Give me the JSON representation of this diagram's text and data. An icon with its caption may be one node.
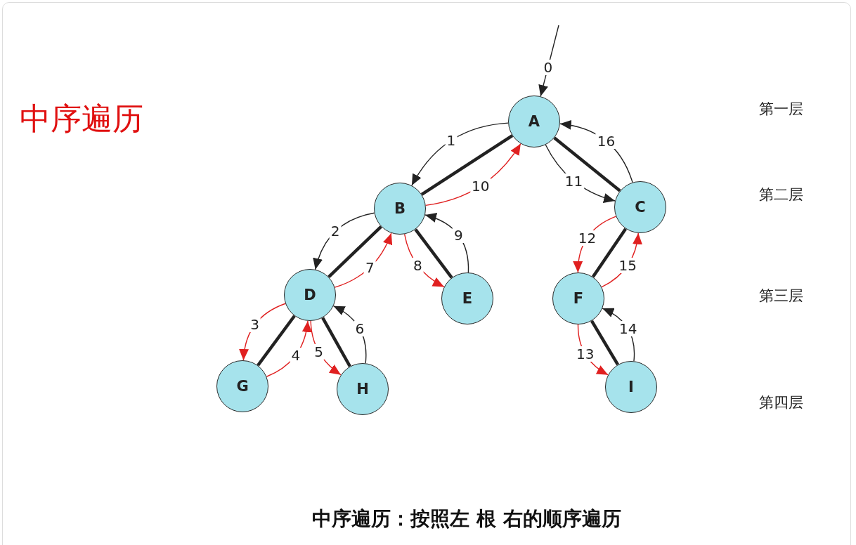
{
  "diagram": {
    "title": "中序遍历",
    "caption": "中序遍历：按照左 根 右的顺序遍历",
    "nodes": [
      {
        "text": [
          "A"
        ]
      },
      {
        "text": [
          "B"
        ]
      },
      {
        "text": [
          "C"
        ]
      },
      {
        "text": [
          "D"
        ]
      },
      {
        "text": [
          "E"
        ]
      },
      {
        "text": [
          "F"
        ]
      },
      {
        "text": [
          "G"
        ]
      },
      {
        "text": [
          "H"
        ]
      },
      {
        "text": [
          "I"
        ]
      }
    ],
    "edges": [
      {
        "from": 0,
        "to": 1,
        "arrow": "none",
        "style": "thick"
      },
      {
        "from": 0,
        "to": 2,
        "arrow": "none",
        "style": "thick"
      },
      {
        "from": 1,
        "to": 3,
        "arrow": "none",
        "style": "thick"
      },
      {
        "from": 1,
        "to": 4,
        "arrow": "none",
        "style": "thick"
      },
      {
        "from": 2,
        "to": 5,
        "arrow": "none",
        "style": "thick"
      },
      {
        "from": 3,
        "to": 6,
        "arrow": "none",
        "style": "thick"
      },
      {
        "from": 3,
        "to": 7,
        "arrow": "none",
        "style": "thick"
      },
      {
        "from": 5,
        "to": 8,
        "arrow": "none",
        "style": "thick"
      },
      {
        "from": null,
        "to": 0,
        "arrow": "to",
        "label": "0"
      },
      {
        "from": 0,
        "to": 1,
        "arrow": "to",
        "label": "1"
      },
      {
        "from": 1,
        "to": 3,
        "arrow": "to",
        "label": "2"
      },
      {
        "from": 3,
        "to": 6,
        "arrow": "to",
        "label": "3",
        "color": "#e02020"
      },
      {
        "from": 6,
        "to": 3,
        "arrow": "to",
        "label": "4",
        "color": "#e02020"
      },
      {
        "from": 3,
        "to": 7,
        "arrow": "to",
        "label": "5",
        "color": "#e02020"
      },
      {
        "from": 7,
        "to": 3,
        "arrow": "to",
        "label": "6"
      },
      {
        "from": 3,
        "to": 1,
        "arrow": "to",
        "label": "7",
        "color": "#e02020"
      },
      {
        "from": 1,
        "to": 4,
        "arrow": "to",
        "label": "8",
        "color": "#e02020"
      },
      {
        "from": 4,
        "to": 1,
        "arrow": "to",
        "label": "9"
      },
      {
        "from": 1,
        "to": 0,
        "arrow": "to",
        "label": "10",
        "color": "#e02020"
      },
      {
        "from": 0,
        "to": 2,
        "arrow": "to",
        "label": "11"
      },
      {
        "from": 2,
        "to": 5,
        "arrow": "to",
        "label": "12",
        "color": "#e02020"
      },
      {
        "from": 5,
        "to": 8,
        "arrow": "to",
        "label": "13",
        "color": "#e02020"
      },
      {
        "from": 8,
        "to": 5,
        "arrow": "to",
        "label": "14"
      },
      {
        "from": 5,
        "to": 2,
        "arrow": "to",
        "label": "15",
        "color": "#e02020"
      },
      {
        "from": 2,
        "to": 0,
        "arrow": "to",
        "label": "16"
      }
    ],
    "labels": [
      "第一层",
      "第二层",
      "第三层",
      "第四层"
    ]
  }
}
